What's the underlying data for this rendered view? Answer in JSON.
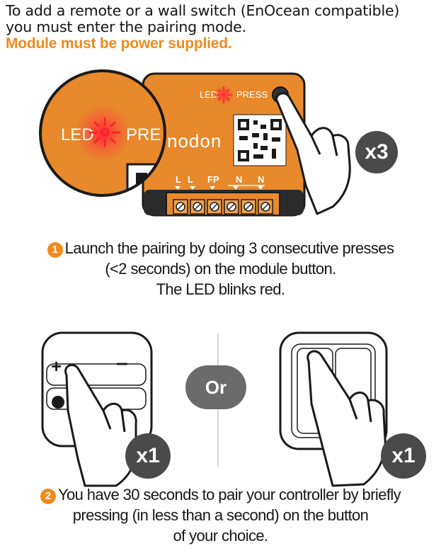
{
  "intro": {
    "line1": "To add a remote or a wall switch (EnOcean compatible)",
    "line2": "you must enter the pairing mode.",
    "warning": "Module must be power supplied."
  },
  "module": {
    "led_label": "LED",
    "press_label": "PRESS",
    "zoom_led": "LED",
    "zoom_pre": "PRE",
    "brand": "nodon",
    "terminals": [
      "L",
      "L",
      "FP",
      "N",
      "N"
    ],
    "press_count": "x3"
  },
  "step1": {
    "number": "1",
    "line1": "Launch the pairing by doing 3 consecutive presses",
    "line2": "(<2 seconds) on the module button.",
    "line3": "The LED blinks red."
  },
  "choices": {
    "or_label": "Or",
    "remote_plus": "+",
    "remote_minus": "–",
    "remote_count": "x1",
    "switch_count": "x1"
  },
  "step2": {
    "number": "2",
    "line1": "You have 30 seconds to pair your controller by briefly",
    "line2": "pressing (in less than a second) on the button",
    "line3": "of your choice."
  },
  "colors": {
    "accent": "#f08a1d",
    "module": "#e8892b",
    "badge": "#4a4a4a"
  }
}
